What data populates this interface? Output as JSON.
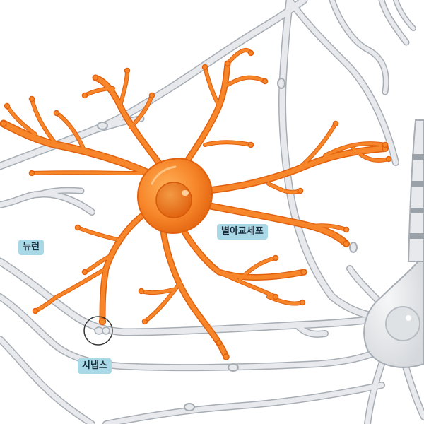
{
  "labels": {
    "neuron": "뉴런",
    "astrocyte": "별아교세포",
    "synapse": "시냅스"
  },
  "colors": {
    "label_background": "#a9d8e6",
    "label_text": "#1c2c3a",
    "astrocyte_fill": "#f7862a",
    "astrocyte_dark": "#e66a14",
    "astrocyte_light": "#ffb060",
    "neuron_fill": "#e7e9ec",
    "neuron_outline": "#a7adb4",
    "synapse_circle": "#333333"
  },
  "icons": {
    "astrocyte": "astrocyte-cell-illustration",
    "neuron": "neuron-cell-illustration",
    "synapse": "synapse-marker-circle"
  }
}
